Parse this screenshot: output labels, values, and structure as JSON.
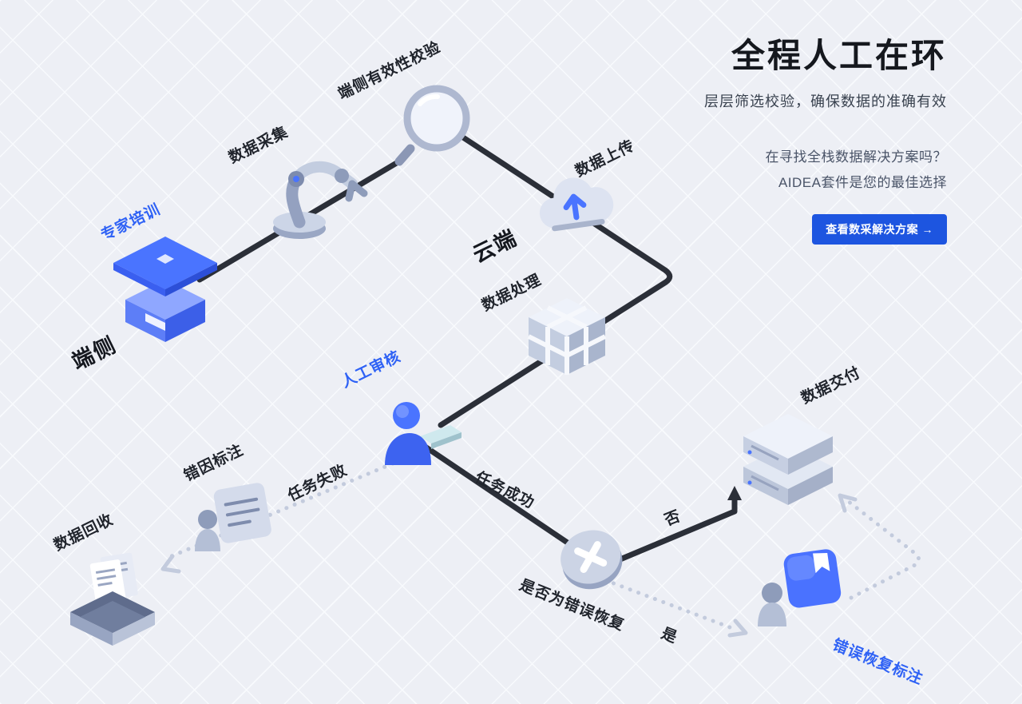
{
  "header": {
    "title": "全程人工在环",
    "subtitle": "层层筛选校验，确保数据的准确有效",
    "promo_line1": "在寻找全栈数据解决方案吗？",
    "promo_line2": "AIDEA套件是您的最佳选择",
    "cta_label": "查看数采解决方案 →"
  },
  "diagram": {
    "labels": {
      "expert_training": "专家培训",
      "edge_side": "端侧",
      "data_collection": "数据采集",
      "edge_validation": "端侧有效性校验",
      "data_upload": "数据上传",
      "cloud_side": "云端",
      "data_processing": "数据处理",
      "manual_review": "人工审核",
      "error_cause_annotation": "错因标注",
      "task_failed": "任务失败",
      "data_recycle": "数据回收",
      "task_success": "任务成功",
      "decision_question": "是否为错误恢复",
      "no": "否",
      "yes": "是",
      "data_delivery": "数据交付",
      "error_recovery_annotation": "错误恢复标注"
    },
    "colors": {
      "accent_blue": "#2f62f5",
      "flow_line": "#2b2f38",
      "dotted_line": "#c3cbdd"
    }
  }
}
